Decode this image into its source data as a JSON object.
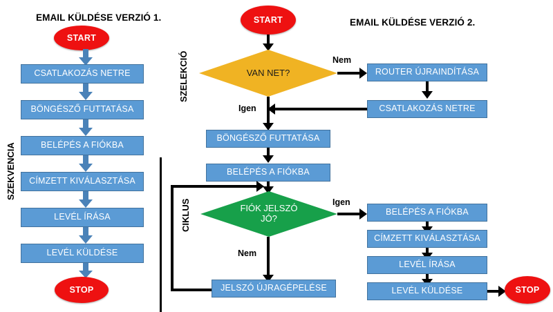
{
  "titles": {
    "left": "EMAIL KÜLDÉSE VERZIÓ 1.",
    "right": "EMAIL KÜLDÉSE VERZIÓ 2."
  },
  "region_labels": {
    "sequence": "SZEKVENCIA",
    "selection": "SZELEKCIÓ",
    "loop": "CIKLUS"
  },
  "branch_labels": {
    "no_net": "Nem",
    "yes_net": "Igen",
    "yes_pass": "Igen",
    "no_pass": "Nem"
  },
  "colors": {
    "process": "#5b9bd5",
    "process_border": "#41719c",
    "terminator": "#ee1111",
    "decision_selection": "#f0b323",
    "decision_loop": "#17a04a",
    "connector_blue": "#4a82b8",
    "connector_black": "#000000",
    "text_on_process": "#ffffff",
    "background": "#ffffff"
  },
  "flow_v1": {
    "start": "START",
    "steps": [
      "CSATLAKOZÁS NETRE",
      "BÖNGÉSZŐ  FUTTATÁSA",
      "BELÉPÉS A FIÓKBA",
      "CÍMZETT  KIVÁLASZTÁSA",
      "LEVÉL ÍRÁSA",
      "LEVÉL KÜLDÉSE"
    ],
    "stop": "STOP"
  },
  "flow_v2": {
    "start": "START",
    "decision_net": "VAN NET?",
    "net_fail_steps": [
      "ROUTER ÚJRAINDÍTÁSA",
      "CSATLAKOZÁS NETRE"
    ],
    "main_steps": [
      "BÖNGÉSZŐ  FUTTATÁSA",
      "BELÉPÉS A FIÓKBA"
    ],
    "decision_password": "FIÓK JELSZÓ\nJÓ?",
    "password_fail_step": "JELSZÓ ÚJRAGÉPELÉSE",
    "success_steps": [
      "BELÉPÉS A FIÓKBA",
      "CÍMZETT  KIVÁLASZTÁSA",
      "LEVÉL ÍRÁSA",
      "LEVÉL KÜLDÉSE"
    ],
    "stop": "STOP"
  }
}
